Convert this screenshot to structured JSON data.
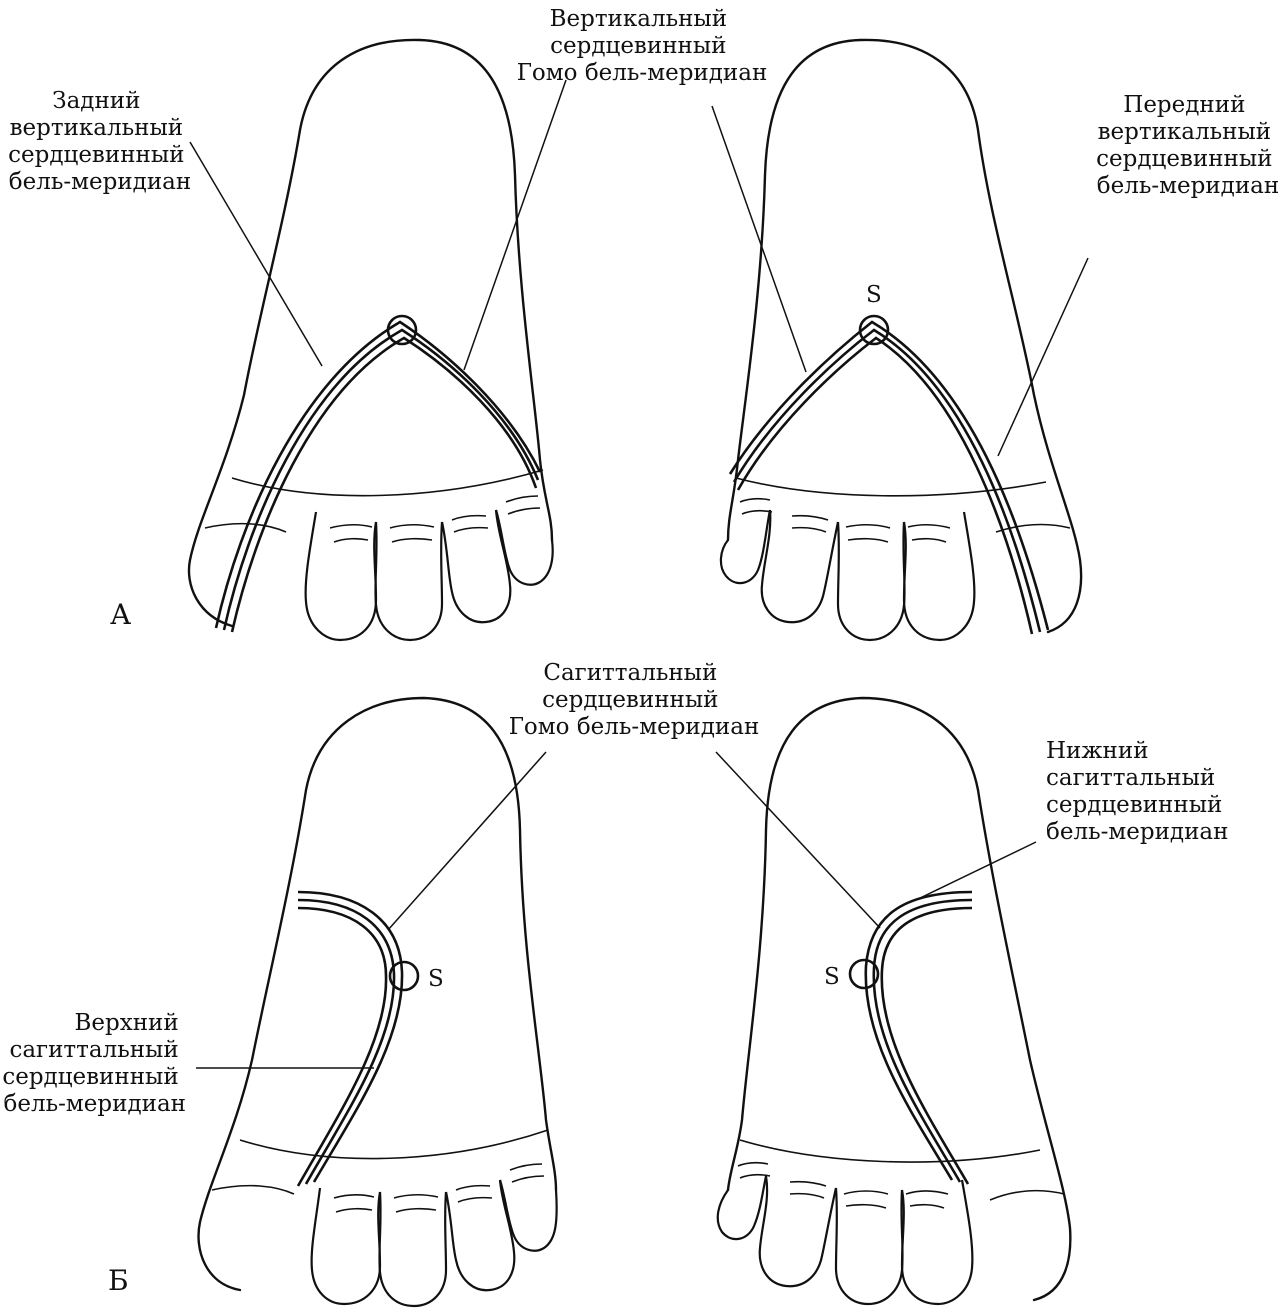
{
  "panels": {
    "a": {
      "letter": "А",
      "left_point": "",
      "right_point": "S",
      "label_posterior": [
        "Задний",
        "вертикальный",
        "сердцевинный",
        "бель-меридиан"
      ],
      "label_center": [
        "Вертикальный",
        "сердцевинный",
        "Гомо бель-меридиан"
      ],
      "label_anterior": [
        "Передний",
        "вертикальный",
        "сердцевинный",
        "бель-меридиан"
      ]
    },
    "b": {
      "letter": "Б",
      "left_point": "S",
      "right_point": "S",
      "label_center": [
        "Сагиттальный",
        "сердцевинный",
        "Гомо бель-меридиан"
      ],
      "label_lower": [
        "Нижний",
        "сагиттальный",
        "сердцевинный",
        "бель-меридиан"
      ],
      "label_upper": [
        "Верхний",
        "сагиттальный",
        "сердцевинный",
        "бель-меридиан"
      ]
    }
  }
}
